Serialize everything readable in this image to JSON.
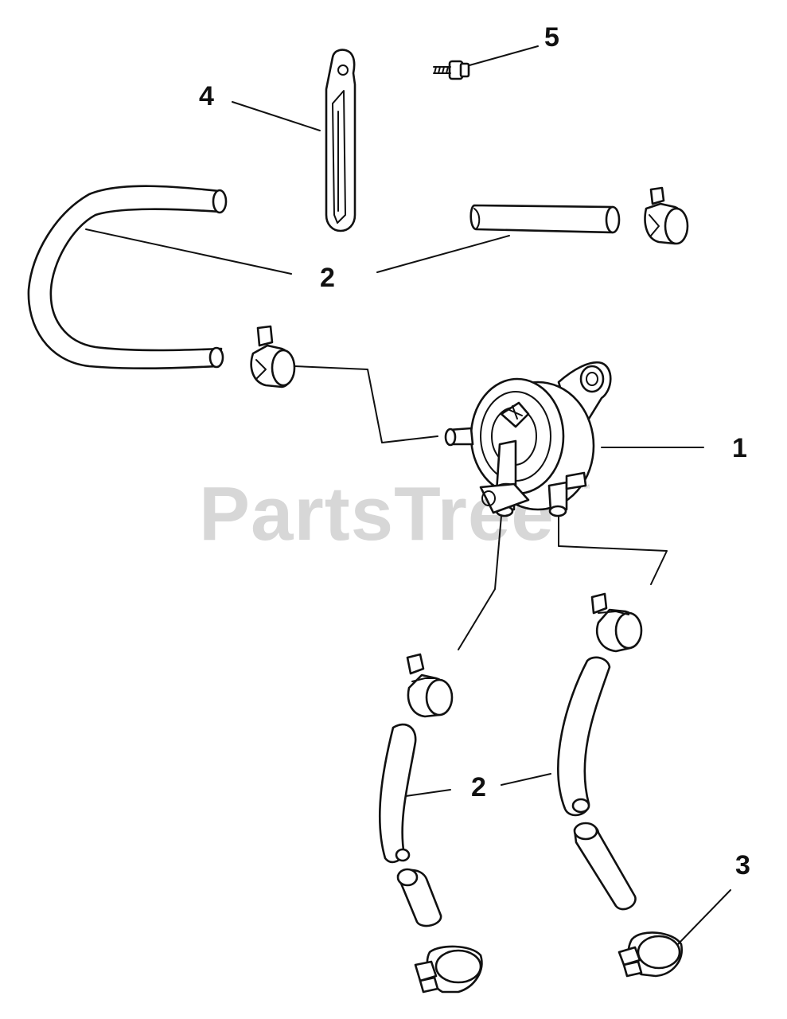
{
  "watermark": {
    "text": "PartsTree",
    "trademark": "™"
  },
  "callouts": [
    {
      "id": "callout-1",
      "label": "1"
    },
    {
      "id": "callout-2-top",
      "label": "2"
    },
    {
      "id": "callout-2-bottom",
      "label": "2"
    },
    {
      "id": "callout-3",
      "label": "3"
    },
    {
      "id": "callout-4",
      "label": "4"
    },
    {
      "id": "callout-5",
      "label": "5"
    }
  ],
  "colors": {
    "ink": "#111111",
    "paper": "#ffffff",
    "watermark": "#d7d7d7"
  }
}
